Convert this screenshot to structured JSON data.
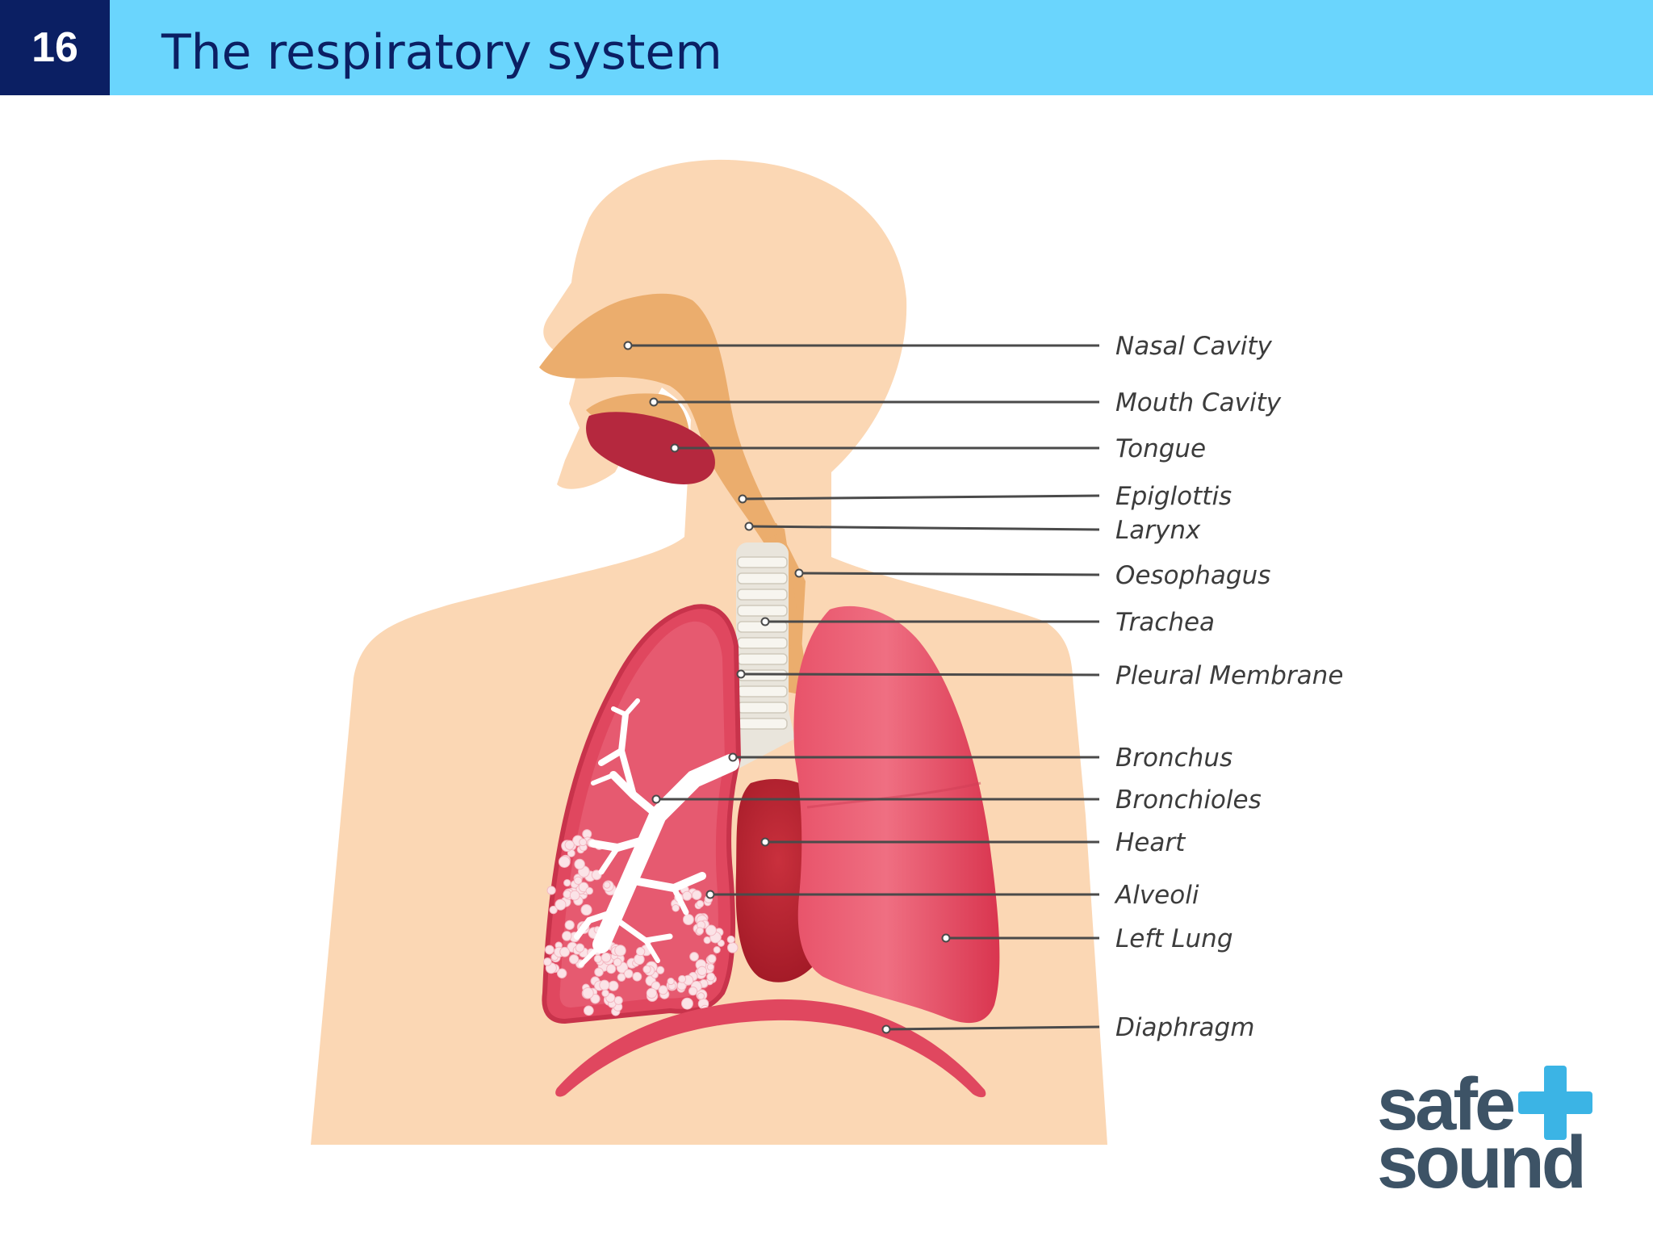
{
  "header": {
    "slide_number": "16",
    "title": "The respiratory system"
  },
  "diagram": {
    "labels": [
      "Nasal Cavity",
      "Mouth Cavity",
      "Tongue",
      "Epiglottis",
      "Larynx",
      "Oesophagus",
      "Trachea",
      "Pleural Membrane",
      "Bronchus",
      "Bronchioles",
      "Heart",
      "Alveoli",
      "Left Lung",
      "Diaphragm"
    ]
  },
  "logo": {
    "line1": "safe",
    "line2": "sound",
    "brand_text_color": "#3d5366",
    "plus_color": "#3bb4e5"
  },
  "colors": {
    "header_bar": "#6ad5fd",
    "slide_number_bg": "#0b1f63",
    "title_text": "#0b1f63",
    "skin": "#fbd7b4",
    "lung": "#e0475f",
    "heart": "#b7212f"
  }
}
